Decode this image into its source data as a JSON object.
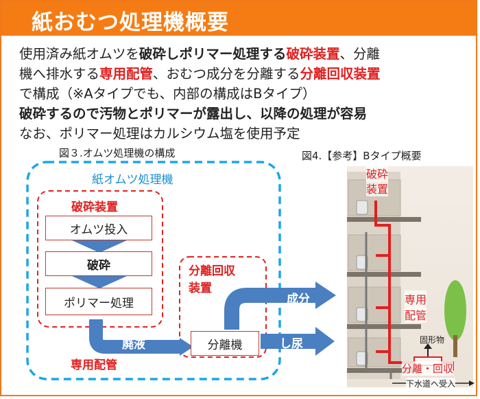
{
  "title": "紙おむつ処理機概要",
  "intro": {
    "l1a": "使用済み紙オムツを",
    "l1b": "破砕しポリマー処理する",
    "l1c": "破砕装置",
    "l1d": "、分離",
    "l2a": "機へ排水する",
    "l2b": "専用配管",
    "l2c": "、おむつ成分を分離する",
    "l2d": "分離回収装置",
    "l3": "で構成（※Aタイプでも、内部の構成はBタイプ）",
    "l4": "破砕するので汚物とポリマーが露出し、以降の処理が容易",
    "l5": "なお、ポリマー処理はカルシウム塩を使用予定"
  },
  "fig3": {
    "caption": "図３.オムツ処理機の構成",
    "machine_label": "紙オムツ処理機",
    "crusher_label": "破砕装置",
    "step1": "オムツ投入",
    "step2": "破砕",
    "step3": "ポリマー処理",
    "waste_liquid": "廃液",
    "pipe_label": "専用配管",
    "sep_label_1": "分離回収",
    "sep_label_2": "装置",
    "separator": "分離機",
    "out_component": "成分",
    "out_urine": "し尿"
  },
  "fig4": {
    "caption": "図4.【参考】Bタイプ概要",
    "crusher_1": "破砕",
    "crusher_2": "装置",
    "pipe_1": "専用",
    "pipe_2": "配管",
    "solids": "固形物",
    "sep_recover": "分離・回収",
    "sewer": "下水道へ受入"
  },
  "colors": {
    "orange": "#f57c14",
    "red": "#e02020",
    "blue_dashed": "#1aa7e6",
    "arrow_blue": "#4a7fc1"
  }
}
